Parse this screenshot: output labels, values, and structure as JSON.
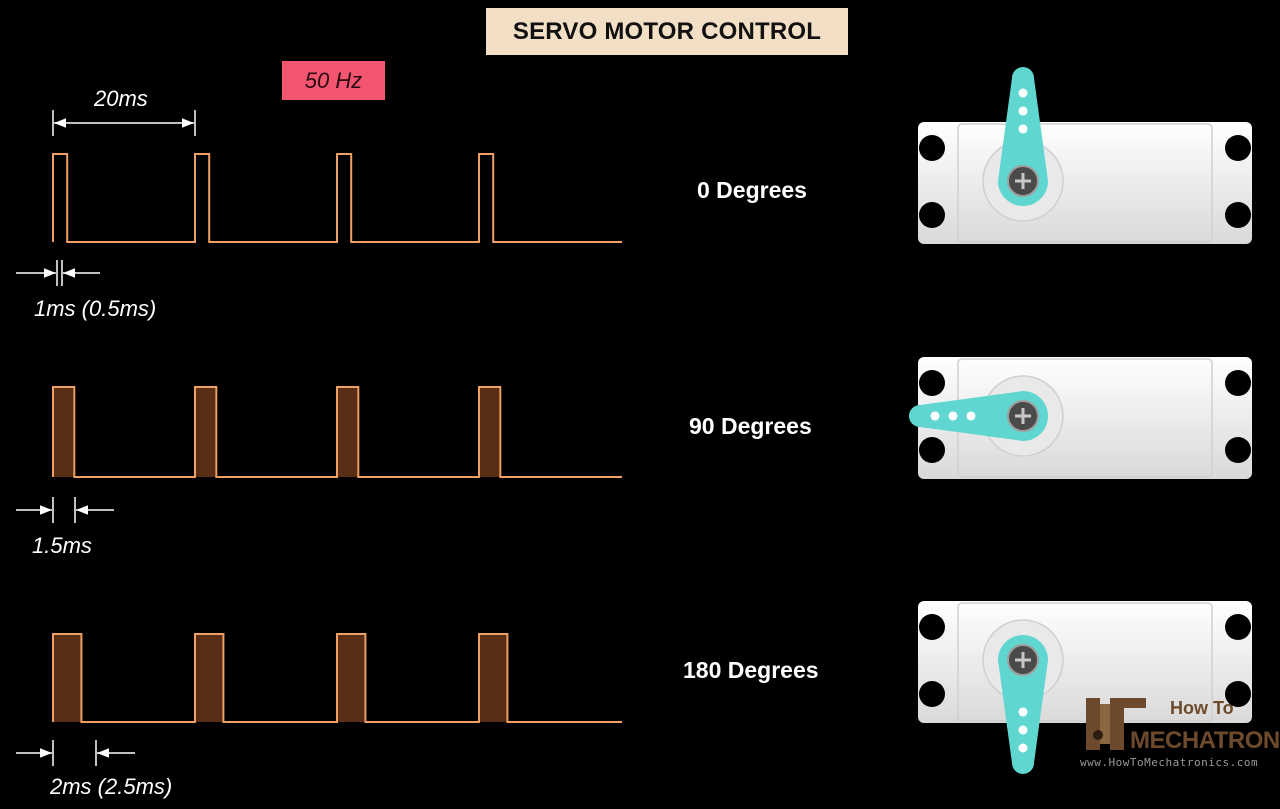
{
  "header": {
    "title": "SERVO MOTOR CONTROL",
    "frequency": "50 Hz"
  },
  "period_label": "20ms",
  "rows": [
    {
      "pulse_label": "1ms  (0.5ms)",
      "angle_label": "0 Degrees",
      "pulse_ms": 1,
      "horn_angle_deg": 0
    },
    {
      "pulse_label": "1.5ms",
      "angle_label": "90 Degrees",
      "pulse_ms": 1.5,
      "horn_angle_deg": 90
    },
    {
      "pulse_label": "2ms  (2.5ms)",
      "angle_label": "180 Degrees",
      "pulse_ms": 2,
      "horn_angle_deg": 180
    }
  ],
  "brand": {
    "how_to": "How To",
    "mechatronics": "MECHATRONICS",
    "url": "www.HowToMechatronics.com"
  },
  "colors": {
    "signal": "#f0a063",
    "pulse_fill": "#5a2e16",
    "title_bg": "#f3dfc5",
    "freq_bg": "#f2556f",
    "horn": "#5fd6cf",
    "servo_body": "#f1f1f1"
  },
  "icons": {
    "servo": "servo-motor-icon",
    "logo": "howtomechatronics-logo-icon"
  }
}
